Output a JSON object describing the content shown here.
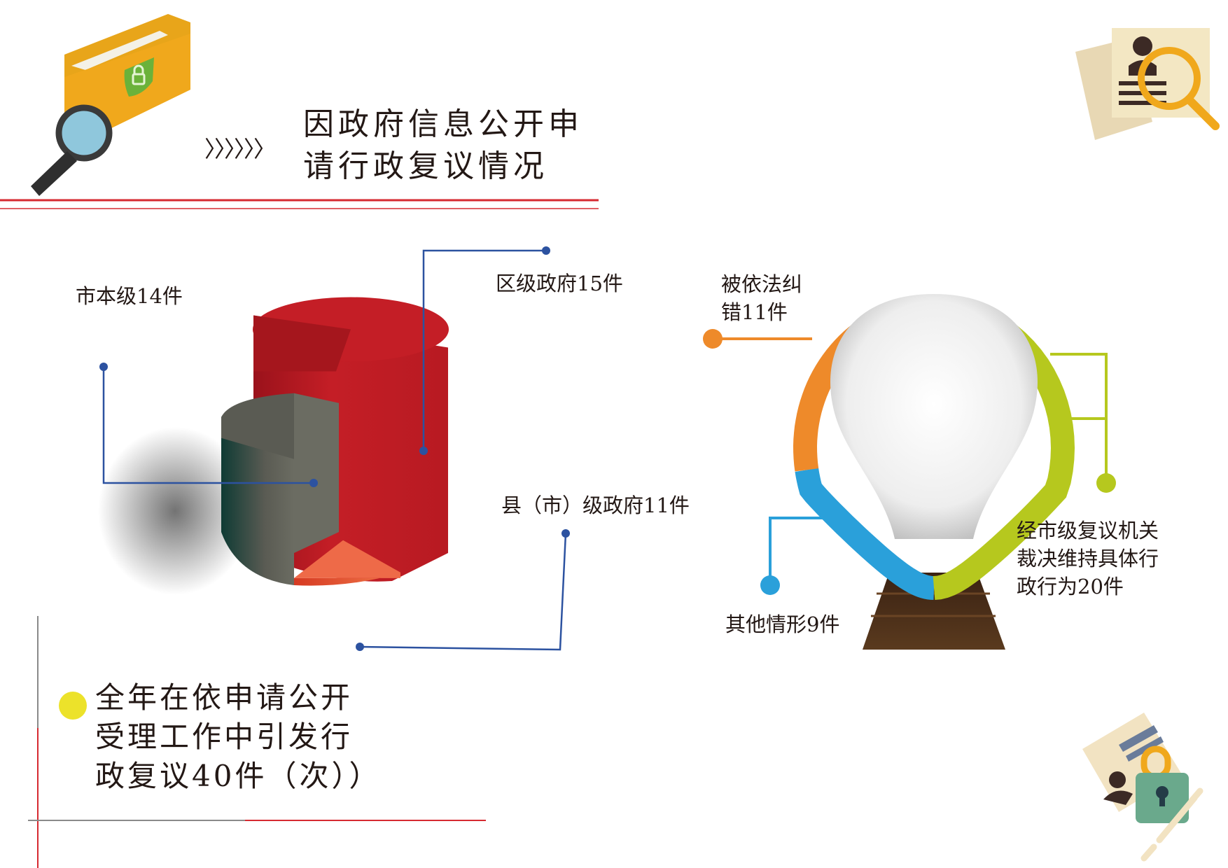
{
  "header": {
    "title": "因政府信息公开申\n请行政复议情况",
    "arrows": "〉〉〉〉〉〉"
  },
  "summary": {
    "text": "全年在依申请公开\n受理工作中引发行\n政复议40件（次））"
  },
  "icons": {
    "top_left": "folder-magnifier-icon",
    "top_right": "document-search-icon",
    "bottom_right": "id-card-lock-icon"
  },
  "colors": {
    "city_level": "#5a5b53",
    "district": "#c41e26",
    "county": "#e84e32",
    "corrected": "#ee8a2a",
    "upheld": "#b6c81e",
    "other": "#2aa0da",
    "leader_line": "#2c52a0",
    "title_rule": "#d62a31"
  },
  "chart_data": [
    {
      "type": "pie",
      "style": "3d-cylinder",
      "categories": [
        "市本级",
        "区级政府",
        "县（市）级政府"
      ],
      "values": [
        14,
        15,
        11
      ],
      "labels": [
        "市本级14件",
        "区级政府15件",
        "县（市）级政府11件"
      ],
      "colors": [
        "#5a5b53",
        "#c41e26",
        "#e84e32"
      ]
    },
    {
      "type": "pie",
      "style": "light-bulb ring",
      "categories": [
        "被依法纠错",
        "经市级复议机关裁决维持具体行政行为",
        "其他情形"
      ],
      "values": [
        11,
        20,
        9
      ],
      "labels": [
        "被依法纠\n错11件",
        "经市级复议机关\n裁决维持具体行\n政行为20件",
        "其他情形9件"
      ],
      "colors": [
        "#ee8a2a",
        "#b6c81e",
        "#2aa0da"
      ]
    }
  ]
}
